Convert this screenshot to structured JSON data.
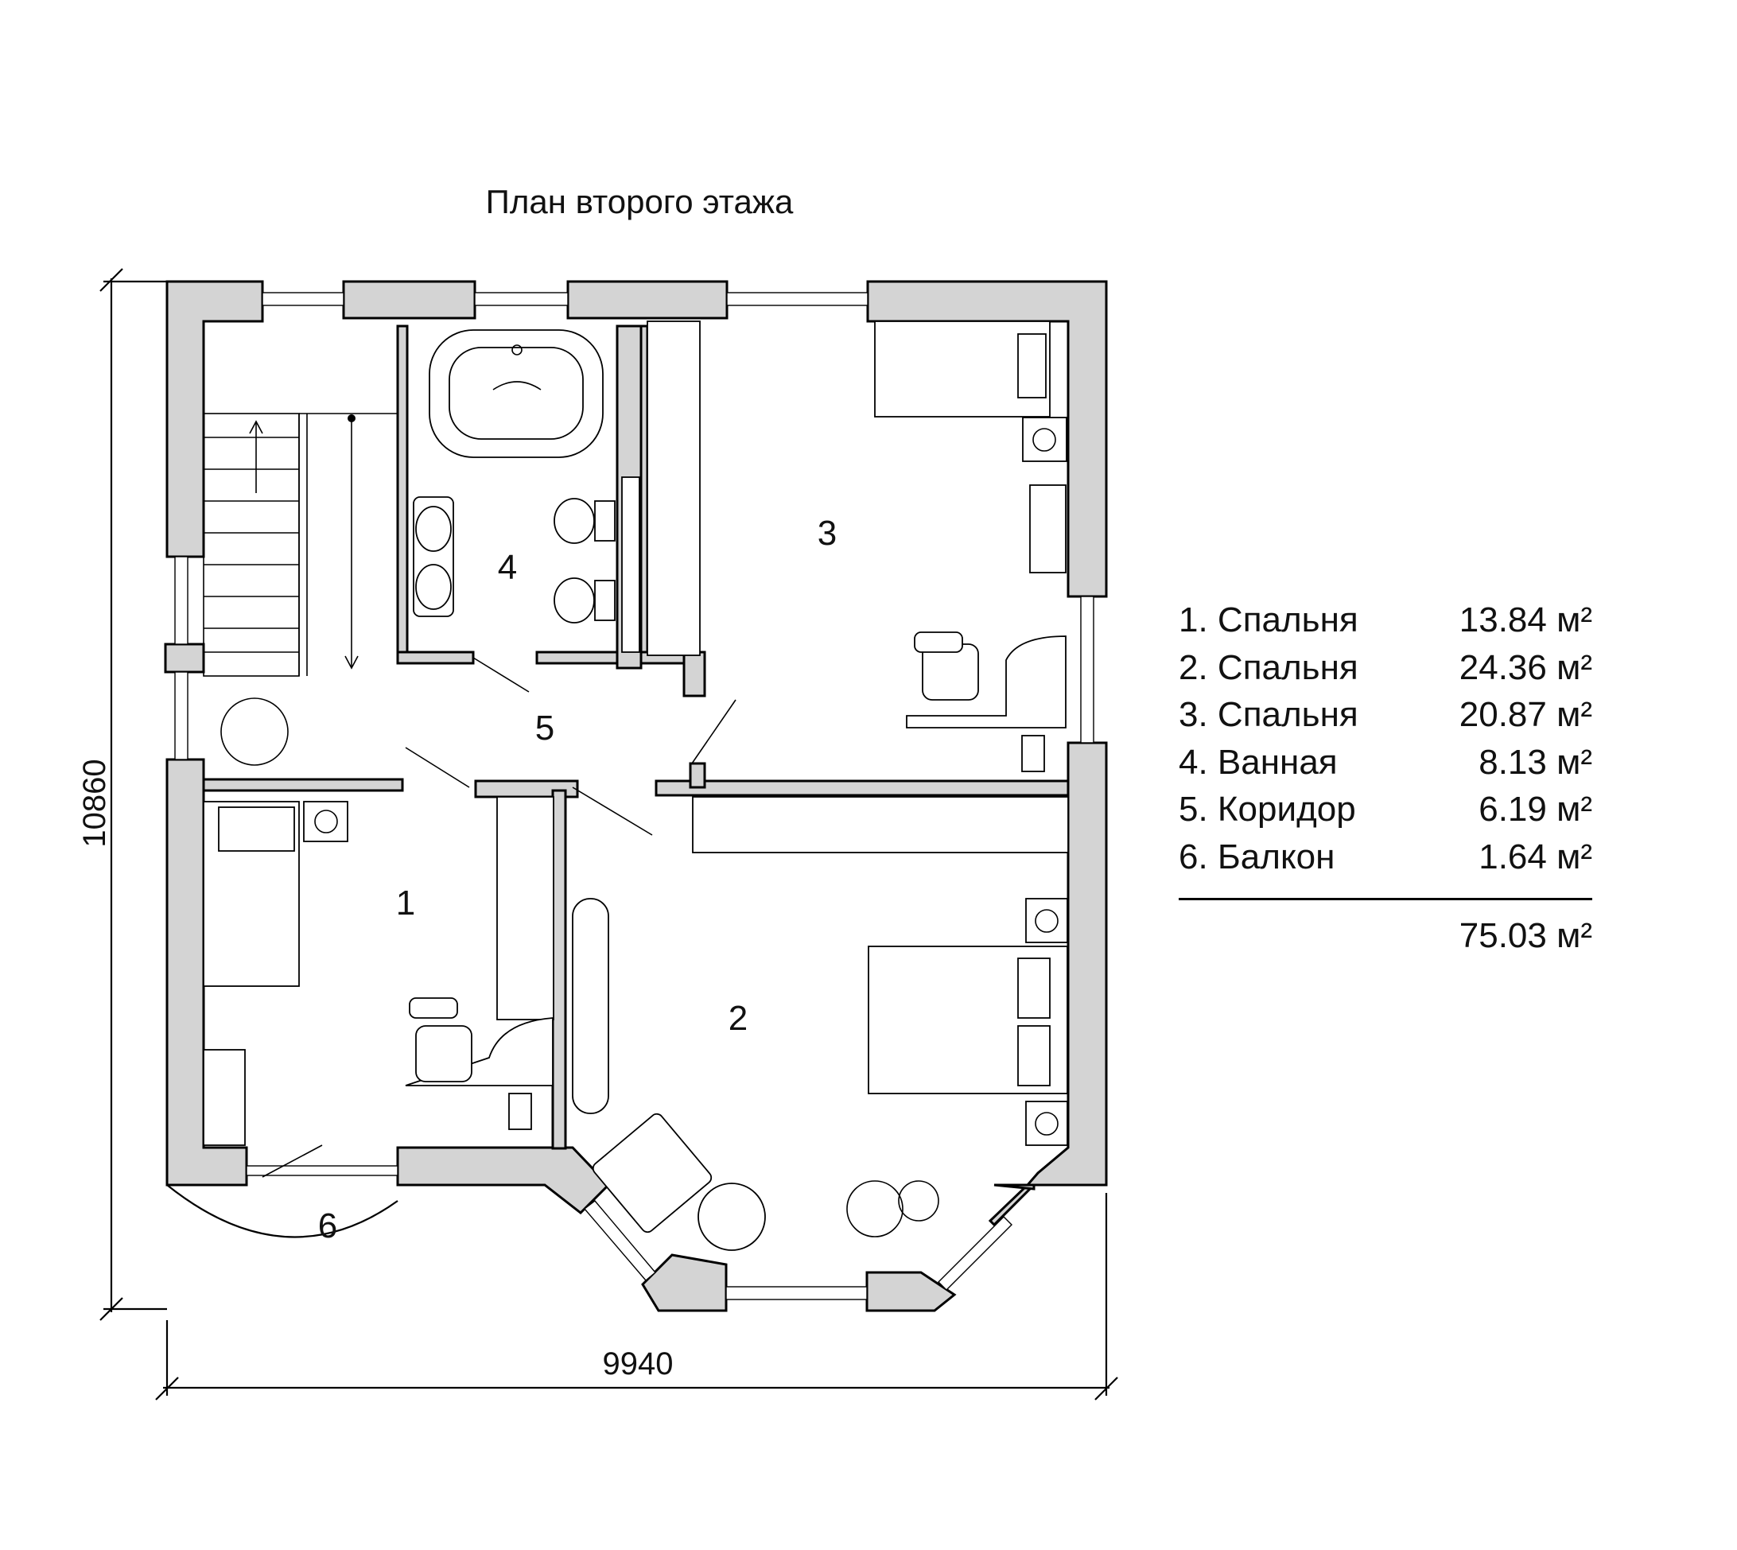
{
  "title": "План второго этажа",
  "dimensions": {
    "width": "9940",
    "height": "10860"
  },
  "room_numbers": [
    "1",
    "2",
    "3",
    "4",
    "5",
    "6"
  ],
  "legend": {
    "rooms": [
      {
        "name": "1. Спальня",
        "area": "13.84 м²"
      },
      {
        "name": "2. Спальня",
        "area": "24.36 м²"
      },
      {
        "name": "3. Спальня",
        "area": "20.87 м²"
      },
      {
        "name": "4. Ванная",
        "area": "8.13 м²"
      },
      {
        "name": "5. Коридор",
        "area": "6.19 м²"
      },
      {
        "name": "6. Балкон",
        "area": "1.64 м²"
      }
    ],
    "total": "75.03 м²"
  },
  "colors": {
    "wall_fill": "#d4d4d4",
    "line": "#000000",
    "background": "#ffffff"
  }
}
